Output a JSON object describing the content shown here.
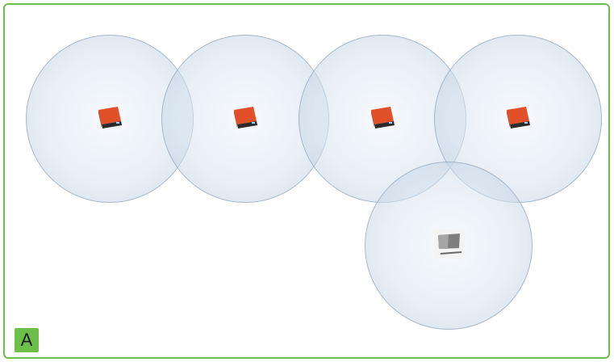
{
  "figure": {
    "label": "A"
  },
  "colors": {
    "frame_border": "#6cc04a",
    "label_background": "#6cc04a",
    "coverage_fill": "#c9d7e4",
    "device_body": "#e2502a",
    "device_base": "#2b2b2b",
    "client_screen": "#8a8a8a"
  },
  "devices": [
    {
      "name": "access-point-1",
      "icon": "router-icon"
    },
    {
      "name": "access-point-2",
      "icon": "router-icon"
    },
    {
      "name": "access-point-3",
      "icon": "router-icon"
    },
    {
      "name": "access-point-4",
      "icon": "router-icon"
    },
    {
      "name": "client-device",
      "icon": "laptop-icon"
    }
  ]
}
